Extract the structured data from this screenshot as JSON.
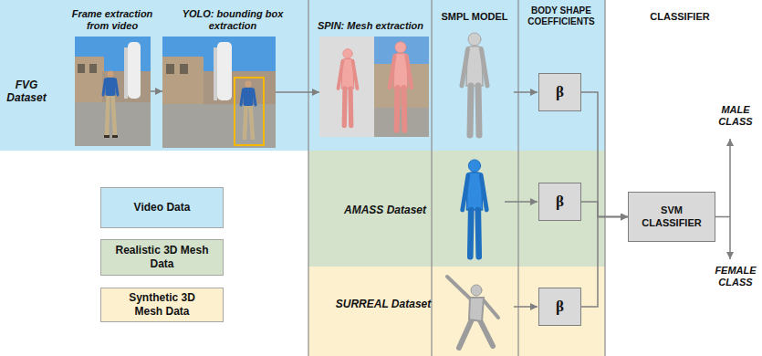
{
  "diagram": {
    "nodes": [
      {
        "text": [
          "FVG Dataset"
        ]
      },
      {
        "text": [
          "Frame extraction from video"
        ],
        "in": 0
      },
      {
        "text": [
          "YOLO: bounding box extraction"
        ],
        "in": 0
      },
      {
        "text": [
          "SPIN: Mesh extraction"
        ],
        "in": 0
      },
      {
        "text": [
          "β"
        ],
        "in": 0
      },
      {
        "text": [
          "AMASS Dataset"
        ]
      },
      {
        "text": [
          "β"
        ],
        "in": 5
      },
      {
        "text": [
          "SURREAL Dataset"
        ]
      },
      {
        "text": [
          "β"
        ],
        "in": 7
      },
      {
        "text": [
          "SVM CLASSIFIER"
        ]
      }
    ],
    "edges": [
      {
        "from": 1,
        "to": 2,
        "arrow": "to"
      },
      {
        "from": 2,
        "to": 3,
        "arrow": "to"
      },
      {
        "from": 4,
        "to": 9,
        "arrow": "to"
      },
      {
        "from": 6,
        "to": 9,
        "arrow": "to"
      },
      {
        "from": 8,
        "to": 9,
        "arrow": "to"
      }
    ],
    "labels": [
      "SMPL MODEL",
      "BODY SHAPE COEFFICIENTS",
      "CLASSIFIER",
      "MALE CLASS",
      "FEMALE CLASS"
    ],
    "legend": [
      {
        "text": "Video Data",
        "color": "#c1e6f6"
      },
      {
        "text": "Realistic 3D Mesh Data",
        "color": "#d4e2cc"
      },
      {
        "text": "Synthetic 3D Mesh Data",
        "color": "#fdf0cf"
      }
    ]
  }
}
